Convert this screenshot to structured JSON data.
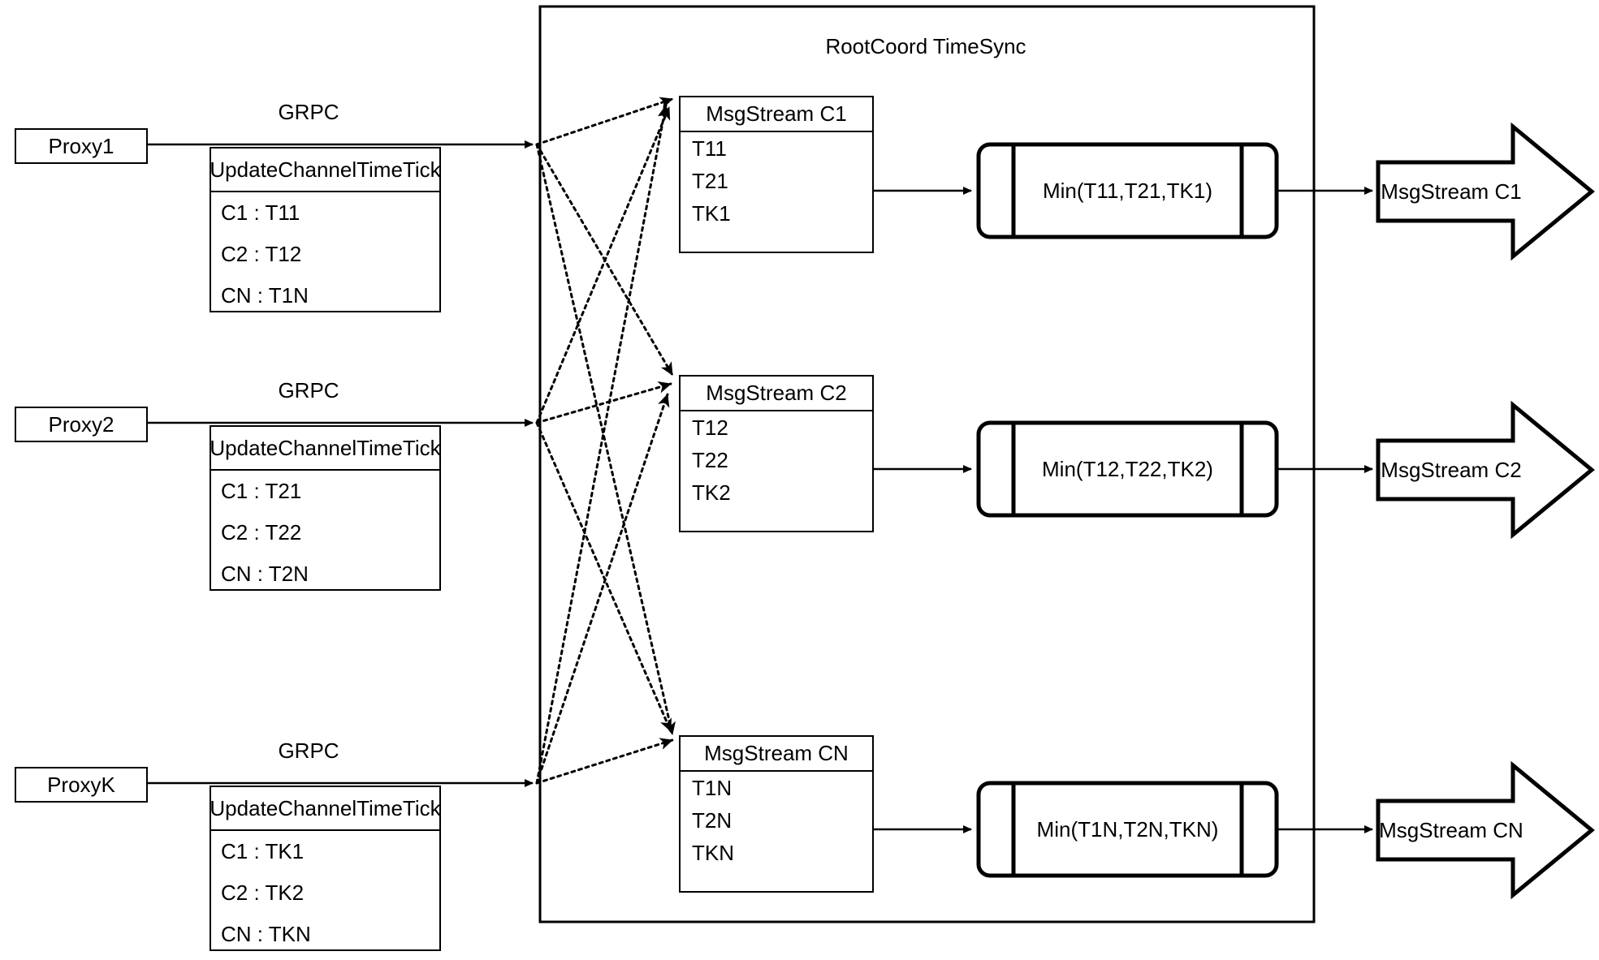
{
  "diagram": {
    "title": "RootCoord TimeSync",
    "background": "#ffffff",
    "stroke": "#000000"
  },
  "proxies": [
    {
      "name": "Proxy1",
      "link_label": "GRPC",
      "table": {
        "header": "UpdateChannelTimeTick",
        "rows": [
          "C1 :  T11",
          "C2 :  T12",
          "CN : T1N"
        ]
      }
    },
    {
      "name": "Proxy2",
      "link_label": "GRPC",
      "table": {
        "header": "UpdateChannelTimeTick",
        "rows": [
          "C1 :  T21",
          "C2 :  T22",
          "CN : T2N"
        ]
      }
    },
    {
      "name": "ProxyK",
      "link_label": "GRPC",
      "table": {
        "header": "UpdateChannelTimeTick",
        "rows": [
          "C1 :  TK1",
          "C2 :  TK2",
          "CN : TKN"
        ]
      }
    }
  ],
  "channels": [
    {
      "msgstream": {
        "header": "MsgStream C1",
        "rows": [
          "T11",
          "T21",
          "TK1"
        ]
      },
      "process": "Min(T11,T21,TK1)",
      "output": "MsgStream C1"
    },
    {
      "msgstream": {
        "header": "MsgStream C2",
        "rows": [
          "T12",
          "T22",
          "TK2"
        ]
      },
      "process": "Min(T12,T22,TK2)",
      "output": "MsgStream C2"
    },
    {
      "msgstream": {
        "header": "MsgStream CN",
        "rows": [
          "T1N",
          "T2N",
          "TKN"
        ]
      },
      "process": "Min(T1N,T2N,TKN)",
      "output": "MsgStream CN"
    }
  ]
}
